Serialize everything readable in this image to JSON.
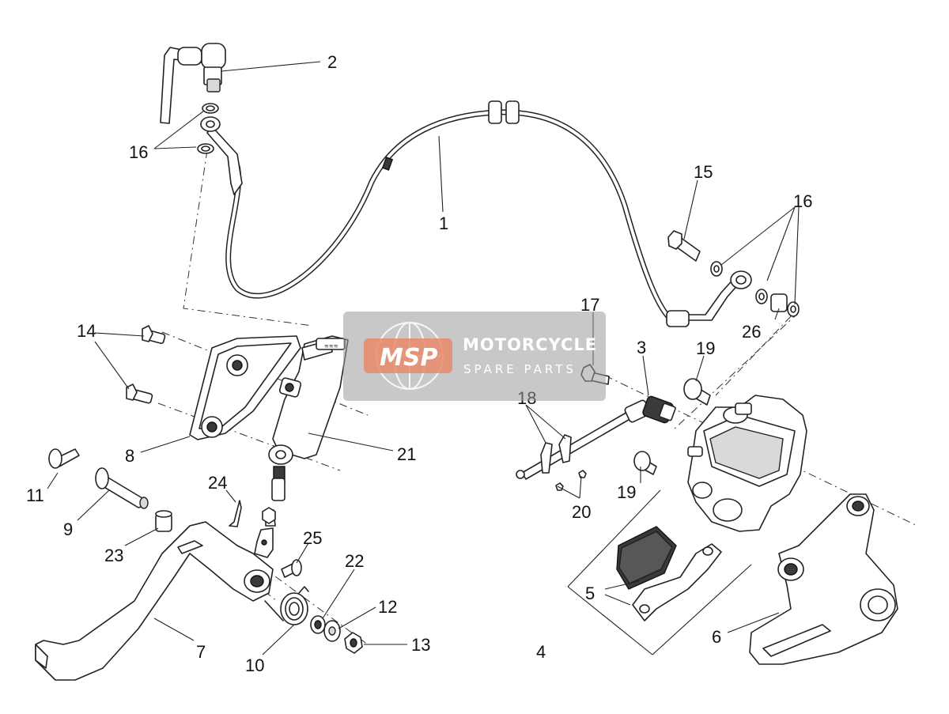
{
  "watermark": {
    "logo_text": "MSP",
    "title": "MOTORCYCLE",
    "subtitle": "SPARE PARTS",
    "colors": {
      "box": "#9a9a9a",
      "logo_badge": "#e88a6a"
    }
  },
  "callouts": [
    {
      "id": "c1",
      "label": "1"
    },
    {
      "id": "c2",
      "label": "2"
    },
    {
      "id": "c3",
      "label": "3"
    },
    {
      "id": "c4",
      "label": "4"
    },
    {
      "id": "c5",
      "label": "5"
    },
    {
      "id": "c6",
      "label": "6"
    },
    {
      "id": "c7",
      "label": "7"
    },
    {
      "id": "c8",
      "label": "8"
    },
    {
      "id": "c9",
      "label": "9"
    },
    {
      "id": "c10",
      "label": "10"
    },
    {
      "id": "c11",
      "label": "11"
    },
    {
      "id": "c12",
      "label": "12"
    },
    {
      "id": "c13",
      "label": "13"
    },
    {
      "id": "c14",
      "label": "14"
    },
    {
      "id": "c15",
      "label": "15"
    },
    {
      "id": "c16a",
      "label": "16"
    },
    {
      "id": "c16b",
      "label": "16"
    },
    {
      "id": "c17",
      "label": "17"
    },
    {
      "id": "c18",
      "label": "18"
    },
    {
      "id": "c19a",
      "label": "19"
    },
    {
      "id": "c19b",
      "label": "19"
    },
    {
      "id": "c20",
      "label": "20"
    },
    {
      "id": "c21",
      "label": "21"
    },
    {
      "id": "c22",
      "label": "22"
    },
    {
      "id": "c23",
      "label": "23"
    },
    {
      "id": "c24",
      "label": "24"
    },
    {
      "id": "c25",
      "label": "25"
    },
    {
      "id": "c26",
      "label": "26"
    }
  ]
}
